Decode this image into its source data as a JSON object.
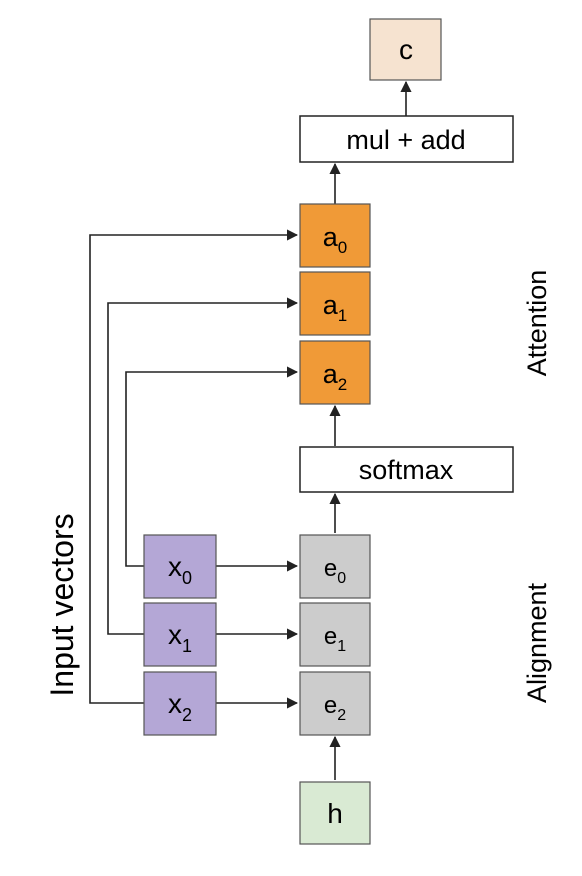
{
  "nodes": {
    "c": "c",
    "mul_add": "mul + add",
    "a0": {
      "base": "a",
      "sub": "0"
    },
    "a1": {
      "base": "a",
      "sub": "1"
    },
    "a2": {
      "base": "a",
      "sub": "2"
    },
    "softmax": "softmax",
    "x0": {
      "base": "x",
      "sub": "0"
    },
    "x1": {
      "base": "x",
      "sub": "1"
    },
    "x2": {
      "base": "x",
      "sub": "2"
    },
    "e0": {
      "base": "e",
      "sub": "0"
    },
    "e1": {
      "base": "e",
      "sub": "1"
    },
    "e2": {
      "base": "e",
      "sub": "2"
    },
    "h": "h"
  },
  "labels": {
    "input_vectors": "Input vectors",
    "attention": "Attention",
    "alignment": "Alignment"
  },
  "colors": {
    "c_fill": "#f6e3d0",
    "attention_fill": "#f09a37",
    "input_fill": "#b4a7d6",
    "alignment_fill": "#cccccc",
    "h_fill": "#d9ead3"
  }
}
